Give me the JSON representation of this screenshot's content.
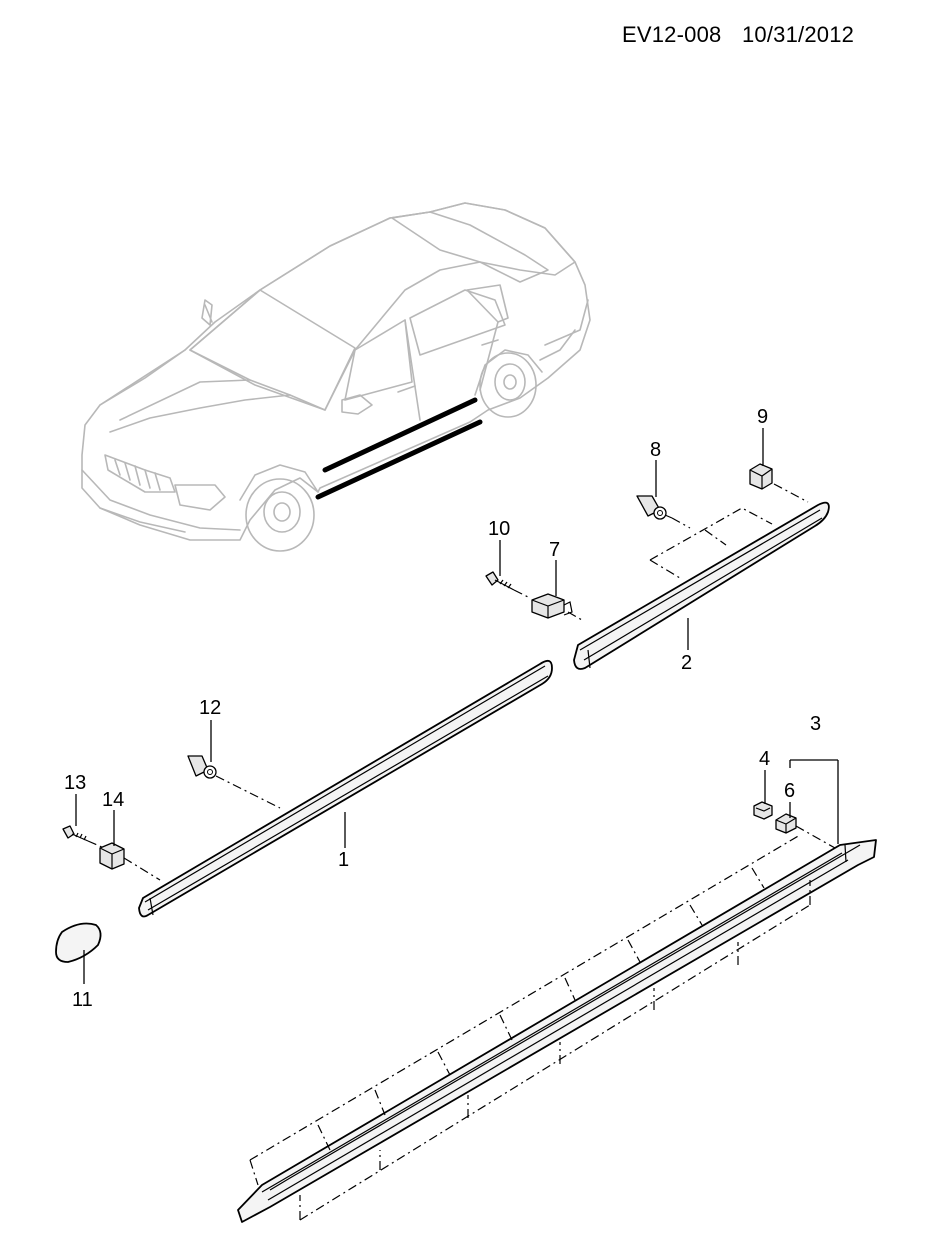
{
  "header": {
    "drawing_id": "EV12-008",
    "date": "10/31/2012"
  },
  "callouts": {
    "c1": "1",
    "c2": "2",
    "c3": "3",
    "c4": "4",
    "c6": "6",
    "c7": "7",
    "c8": "8",
    "c9": "9",
    "c10": "10",
    "c11": "11",
    "c12": "12",
    "c13": "13",
    "c14": "14"
  }
}
